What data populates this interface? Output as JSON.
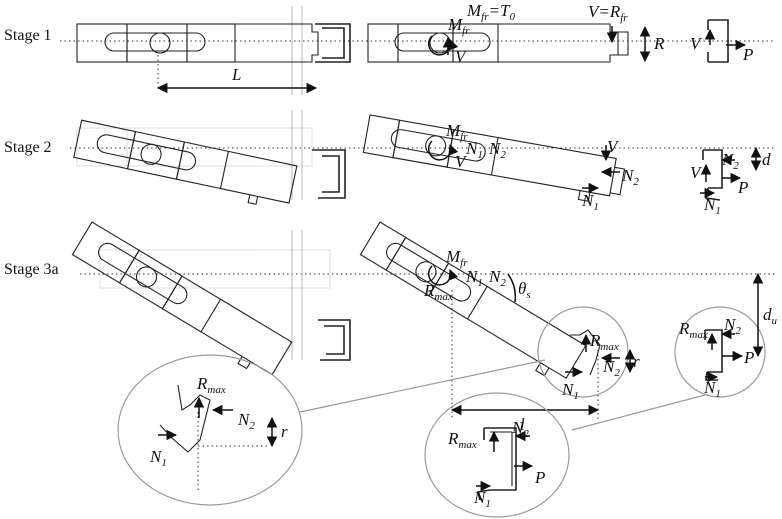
{
  "stages": [
    {
      "label": "Stage 1"
    },
    {
      "label": "Stage 2"
    },
    {
      "label": "Stage 3a"
    }
  ],
  "labels": {
    "L": "L",
    "Mfr": "M",
    "Mfr_sub": "fr",
    "Mfr_eq": "=T",
    "Mfr_eq_sub": "0",
    "V": "V",
    "V_eq": "=R",
    "V_eq_sub": "fr",
    "R": "R",
    "P": "P",
    "N1": "N",
    "N1_sub": "1",
    "N2": "N",
    "N2_sub": "2",
    "d": "d",
    "theta": "θ",
    "theta_sub": "s",
    "Rmax": "R",
    "Rmax_sub": "max",
    "du": "d",
    "du_sub": "u",
    "r": "r",
    "l": "l"
  }
}
